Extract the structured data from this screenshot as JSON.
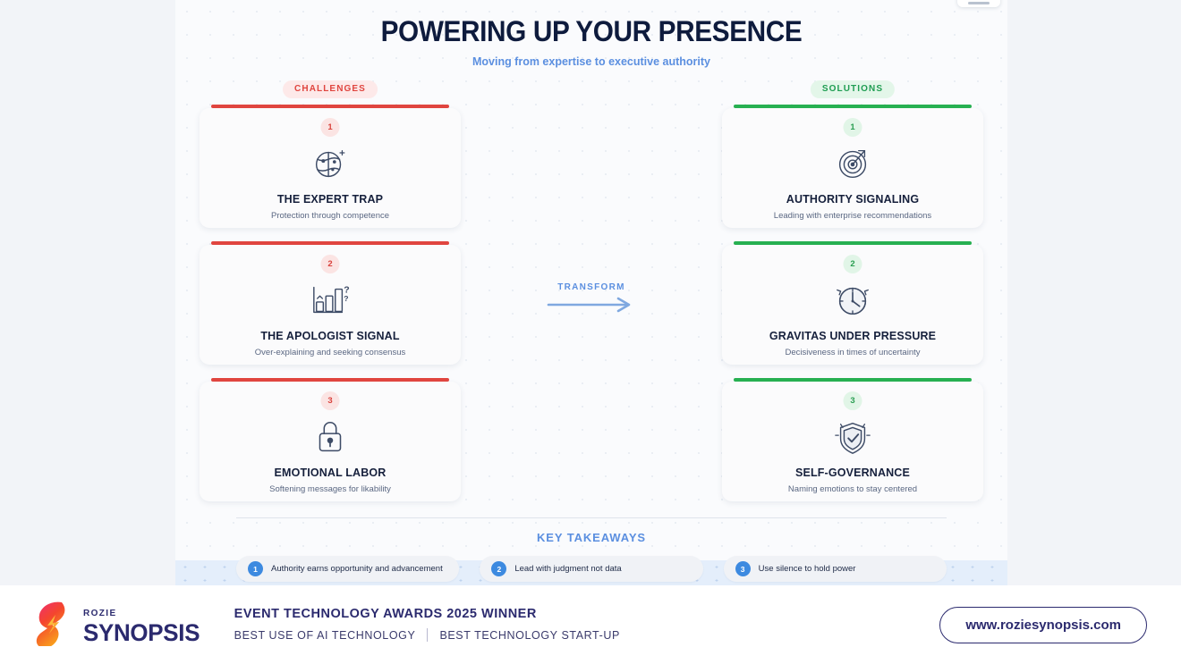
{
  "slide": {
    "title": "POWERING UP YOUR PRESENCE",
    "subtitle": "Moving from expertise to executive authority",
    "challenges_badge": "CHALLENGES",
    "solutions_badge": "SOLUTIONS",
    "transform_label": "TRANSFORM",
    "accent_red": "#e0453f",
    "accent_green": "#27b051",
    "accent_blue": "#5b8fe0"
  },
  "challenges": [
    {
      "number": "1",
      "title": "THE EXPERT TRAP",
      "desc": "Protection through competence",
      "icon": "brain-hemisphere-icon"
    },
    {
      "number": "2",
      "title": "THE APOLOGIST SIGNAL",
      "desc": "Over-explaining and seeking consensus",
      "icon": "bar-chart-question-icon"
    },
    {
      "number": "3",
      "title": "EMOTIONAL LABOR",
      "desc": "Softening messages for likability",
      "icon": "padlock-icon"
    }
  ],
  "solutions": [
    {
      "number": "1",
      "title": "AUTHORITY SIGNALING",
      "desc": "Leading with enterprise recommendations",
      "icon": "target-arrow-icon"
    },
    {
      "number": "2",
      "title": "GRAVITAS UNDER PRESSURE",
      "desc": "Decisiveness in times of uncertainty",
      "icon": "clock-icon"
    },
    {
      "number": "3",
      "title": "SELF-GOVERNANCE",
      "desc": "Naming emotions to stay centered",
      "icon": "shield-check-icon"
    }
  ],
  "takeaways": {
    "title": "KEY TAKEAWAYS",
    "items": [
      {
        "number": "1",
        "text": "Authority earns opportunity and advancement"
      },
      {
        "number": "2",
        "text": "Lead with judgment not data"
      },
      {
        "number": "3",
        "text": "Use silence to hold power"
      }
    ]
  },
  "footer": {
    "brand_top": "ROZIE",
    "brand_main": "SYNOPSIS",
    "award_title": "EVENT TECHNOLOGY AWARDS 2025 WINNER",
    "award_cat1": "BEST USE OF AI TECHNOLOGY",
    "award_cat2": "BEST TECHNOLOGY START-UP",
    "url": "www.roziesynopsis.com"
  }
}
